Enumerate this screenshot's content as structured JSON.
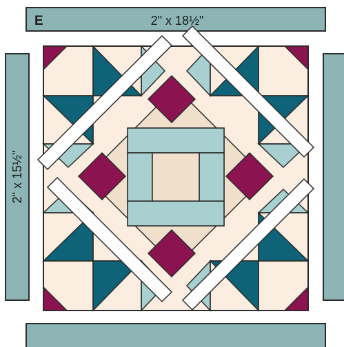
{
  "strips": {
    "top": {
      "letter": "E",
      "dimension": "2\" x 18½\""
    },
    "left": {
      "dimension": "2\" x 15½\""
    }
  },
  "colors": {
    "strip": "#8db5b5",
    "outline": "#2b2b2b",
    "cream": "#fbeee0",
    "tan": "#efdfcb",
    "teal": "#0e6378",
    "light_blue": "#a9d0d0",
    "plum": "#8a1350",
    "white": "#ffffff"
  }
}
